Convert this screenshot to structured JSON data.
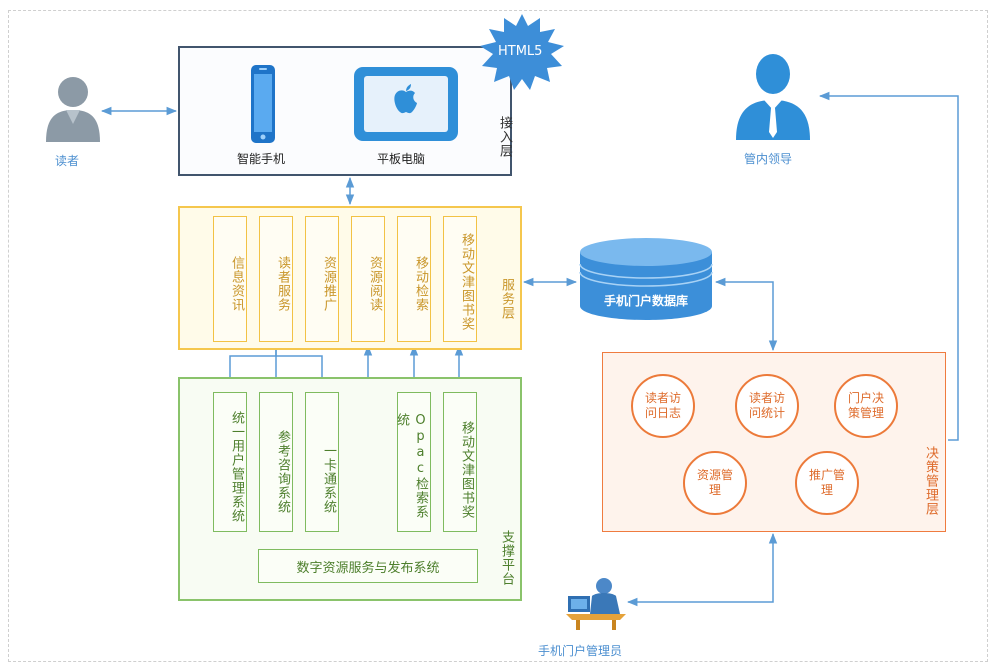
{
  "reader": {
    "label": "读者"
  },
  "leader": {
    "label": "管内领导"
  },
  "admin": {
    "label": "手机门户管理员"
  },
  "badge": {
    "label": "HTML5"
  },
  "access_layer": {
    "label": "接入层",
    "devices": [
      {
        "label": "智能手机"
      },
      {
        "label": "平板电脑"
      }
    ]
  },
  "service_layer": {
    "label": "服务层",
    "items": [
      {
        "label": "信息资讯"
      },
      {
        "label": "读者服务"
      },
      {
        "label": "资源推广"
      },
      {
        "label": "资源阅读"
      },
      {
        "label": "移动检索"
      },
      {
        "label": "移动文津图书奖"
      }
    ]
  },
  "database": {
    "label": "手机门户数据库"
  },
  "support_layer": {
    "label": "支撑平台",
    "items": [
      {
        "label": "统一用户管理系统"
      },
      {
        "label": "参考咨询系统"
      },
      {
        "label": "一卡通系统"
      },
      {
        "label": "Opac检索系统"
      },
      {
        "label": "移动文津图书奖"
      }
    ],
    "publish": {
      "label": "数字资源服务与发布系统"
    }
  },
  "decision_layer": {
    "label": "决策管理层",
    "items": [
      {
        "label": "读者访问日志"
      },
      {
        "label": "读者访问统计"
      },
      {
        "label": "门户决策管理"
      },
      {
        "label": "资源管理"
      },
      {
        "label": "推广管理"
      }
    ]
  },
  "colors": {
    "connector": "#5b9bd5",
    "access_border": "#41556d",
    "service_border": "#f5c74d",
    "support_border": "#8ac36b",
    "decision_border": "#ef7b3f",
    "icon_blue": "#2f8fd8",
    "person_gray": "#8c9aa6"
  }
}
